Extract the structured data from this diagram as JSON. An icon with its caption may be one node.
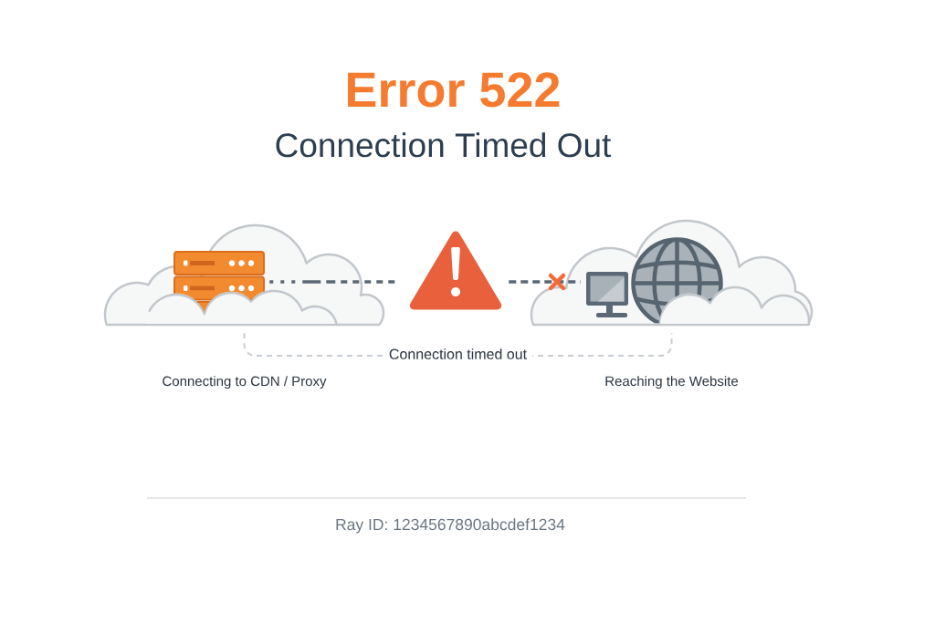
{
  "diagram": {
    "title": "Error 522",
    "nodes": [
      {
        "text": [],
        "shape": "cloud",
        "beside": [
          "Connecting to CDN / Proxy"
        ]
      },
      {
        "text": [],
        "shape": "picture",
        "in": 0
      },
      {
        "text": [],
        "shape": "triangle"
      },
      {
        "text": [],
        "shape": "cloud",
        "beside": [
          "Reaching the Website"
        ]
      },
      {
        "text": [],
        "shape": "picture",
        "in": 3
      }
    ],
    "edges": [
      {
        "from": 1,
        "to": 2,
        "arrow": "none",
        "style": "dashed"
      },
      {
        "from": 2,
        "to": 4,
        "arrow": "none",
        "style": "dashed"
      },
      {
        "from": 0,
        "to": 3,
        "arrow": "none",
        "style": "dashed",
        "color": "#c9ced3",
        "label": "Connection timed out"
      }
    ],
    "labels": [
      "Connection Timed Out",
      "Ray ID: 1234567890abcdef1234"
    ]
  }
}
